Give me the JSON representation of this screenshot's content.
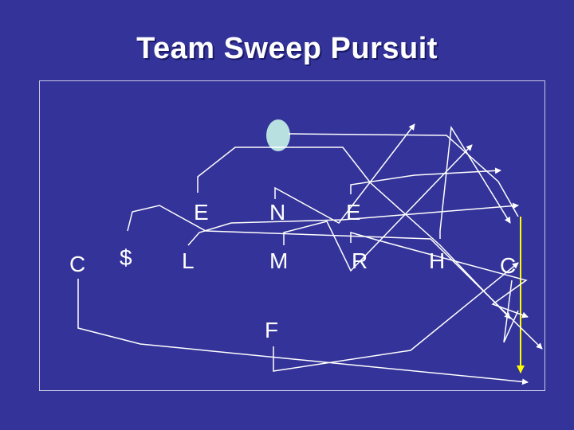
{
  "title": "Team Sweep Pursuit",
  "colors": {
    "background": "#333399",
    "line": "#ffffff",
    "ball": "#b8e0e0",
    "pursuit_path": "#ffff00"
  },
  "players": {
    "left_end": "E",
    "nose": "N",
    "right_end": "E",
    "left_corner": "C",
    "money": "$",
    "left_lb": "L",
    "mike_lb": "M",
    "rover": "R",
    "hero": "H",
    "right_corner": "C",
    "free_safety": "F"
  }
}
